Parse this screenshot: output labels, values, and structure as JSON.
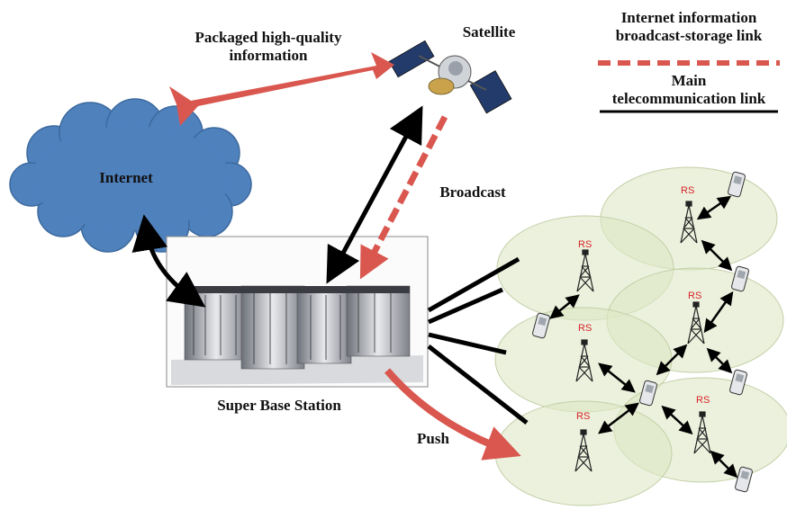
{
  "labels": {
    "packaged_line1": "Packaged high-quality",
    "packaged_line2": "information",
    "satellite": "Satellite",
    "internet": "Internet",
    "broadcast": "Broadcast",
    "super_base_station": "Super Base Station",
    "push": "Push",
    "rs": "RS"
  },
  "legend": {
    "broadcast_link_line1": "Internet information",
    "broadcast_link_line2": "broadcast-storage link",
    "telecom_link_line1": "Main",
    "telecom_link_line2": "telecommunication link"
  },
  "colors": {
    "arrow_red": "#d9574f",
    "dashed_red": "#d9574f",
    "cloud_blue": "#4f81bd",
    "cell_green": "#dde8c4",
    "black": "#000000"
  },
  "icons": [
    "satellite-icon",
    "server-racks-icon",
    "relay-tower-icon",
    "mobile-phone-icon"
  ]
}
